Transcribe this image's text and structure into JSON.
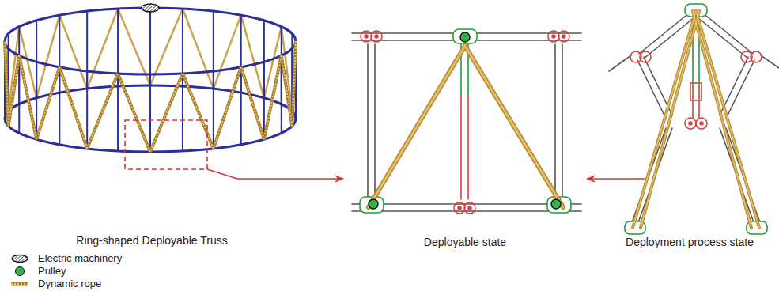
{
  "diagram": {
    "labels": [
      "Ring-shaped Deployable Truss",
      "Deployable state",
      "Deployment process state"
    ],
    "legend": [
      {
        "text": "Electric machinery"
      },
      {
        "text": "Pulley",
        "color": "#2fb34a"
      },
      {
        "text": "Dynamic rope"
      }
    ]
  }
}
